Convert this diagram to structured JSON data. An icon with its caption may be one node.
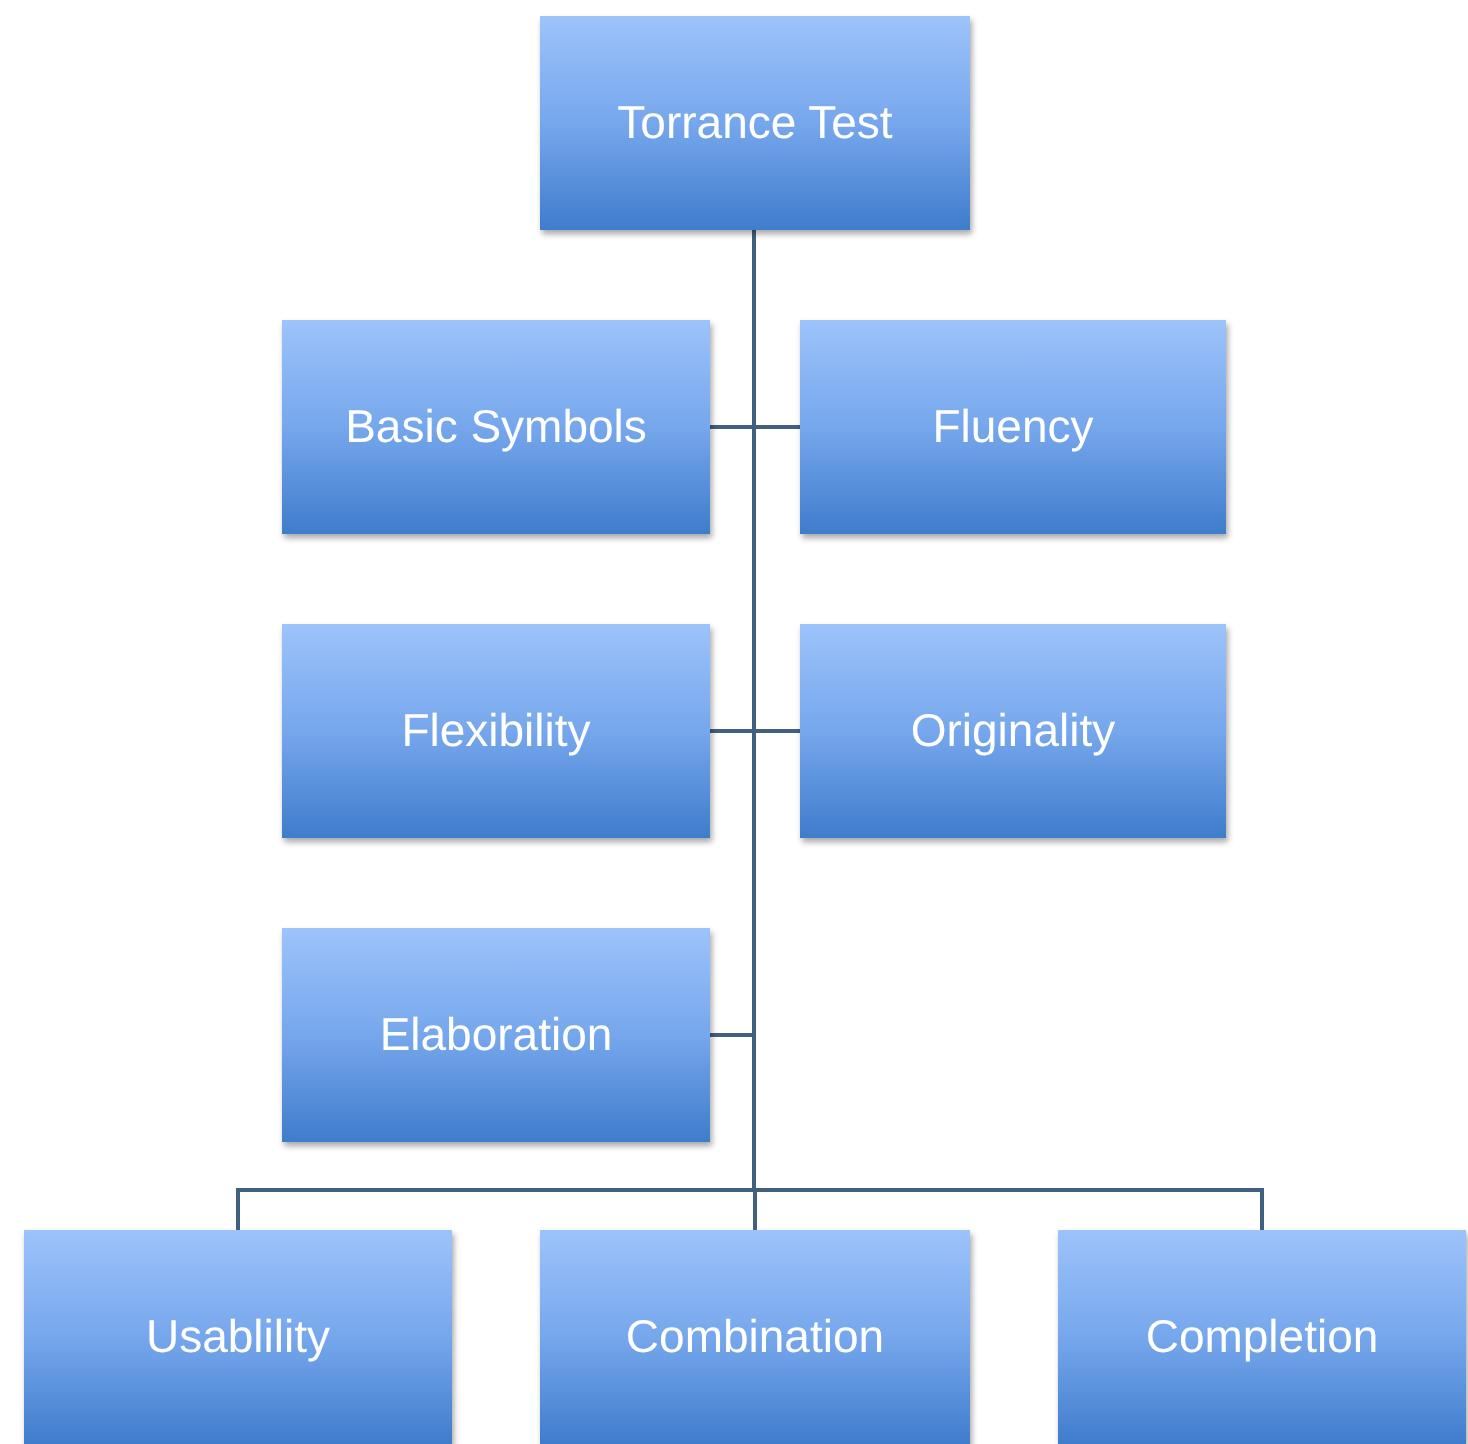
{
  "diagram": {
    "nodes": [
      {
        "text": [
          "Torrance Test"
        ]
      },
      {
        "text": [
          "Basic Symbols"
        ]
      },
      {
        "text": [
          "Fluency"
        ]
      },
      {
        "text": [
          "Flexibility"
        ]
      },
      {
        "text": [
          "Originality"
        ]
      },
      {
        "text": [
          "Elaboration"
        ]
      },
      {
        "text": [
          "Usablility"
        ]
      },
      {
        "text": [
          "Combination"
        ]
      },
      {
        "text": [
          "Completion"
        ]
      }
    ],
    "edges": [
      {
        "from": 0,
        "to": 1,
        "arrow": "none"
      },
      {
        "from": 0,
        "to": 2,
        "arrow": "none"
      },
      {
        "from": 0,
        "to": 3,
        "arrow": "none"
      },
      {
        "from": 0,
        "to": 4,
        "arrow": "none"
      },
      {
        "from": 0,
        "to": 5,
        "arrow": "none"
      },
      {
        "from": 0,
        "to": 6,
        "arrow": "none"
      },
      {
        "from": 0,
        "to": 7,
        "arrow": "none"
      },
      {
        "from": 0,
        "to": 8,
        "arrow": "none"
      }
    ]
  }
}
